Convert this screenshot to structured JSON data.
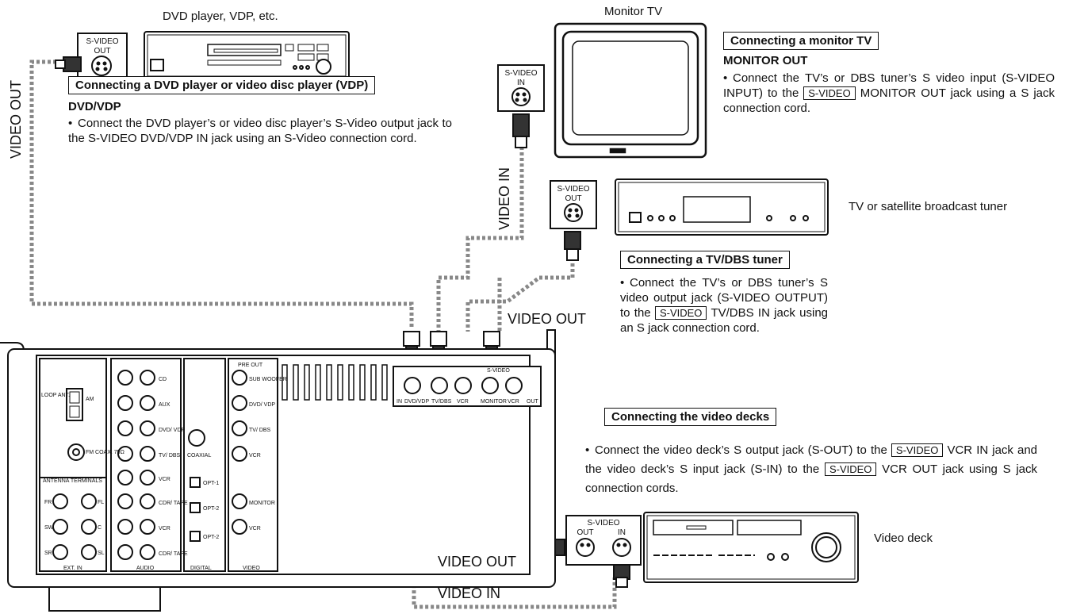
{
  "devices": {
    "dvd_caption": "DVD player, VDP, etc.",
    "monitor_caption": "Monitor TV",
    "tuner_caption": "TV or satellite broadcast tuner",
    "deck_caption": "Video deck"
  },
  "dvd_section": {
    "header": "Connecting a DVD player or video disc player (VDP)",
    "subheader": "DVD/VDP",
    "text": "Connect the DVD player’s or video disc player’s S-Video output jack to the S-VIDEO DVD/VDP IN jack using an S-Video connection cord."
  },
  "monitor_section": {
    "header": "Connecting a monitor TV",
    "subheader": "MONITOR OUT",
    "text_before": "Connect the TV’s or DBS tuner’s S video input (S-VIDEO INPUT) to the",
    "boxed": "S-VIDEO",
    "text_after": "MONITOR OUT jack using a S jack connection cord."
  },
  "tuner_section": {
    "header": "Connecting a TV/DBS tuner",
    "text_before": "Connect the TV’s or DBS tuner’s S video output jack (S-VIDEO OUTPUT) to the",
    "boxed": "S-VIDEO",
    "text_after": "TV/DBS IN jack using an S jack connection cord."
  },
  "deck_section": {
    "header": "Connecting the video decks",
    "text_1": "Connect the video deck’s S output jack (S-OUT) to the",
    "boxed_1": "S-VIDEO",
    "text_2": "VCR IN jack and the video deck’s S input jack (S-IN) to the",
    "boxed_2": "S-VIDEO",
    "text_3": "VCR OUT jack using S jack connection cords."
  },
  "cable_labels": {
    "dvd_video_out": "VIDEO OUT",
    "monitor_video_in": "VIDEO IN",
    "tuner_video_out": "VIDEO OUT",
    "deck_video_out": "VIDEO OUT",
    "deck_video_in": "VIDEO IN"
  },
  "jack_labels": {
    "svideo": "S-VIDEO",
    "out": "OUT",
    "in": "IN"
  },
  "receiver": {
    "svideo_panel": [
      "DVD/VDP",
      "TV/DBS",
      "VCR",
      "MONITOR",
      "VCR"
    ],
    "svideo_title": "S-VIDEO",
    "svideo_in": "IN",
    "svideo_out": "OUT",
    "antenna": [
      "LOOP ANT.",
      "AM",
      "FM COAX. 75Ω",
      "ANTENNA TERMINALS"
    ],
    "ext_in": [
      "FR",
      "FL",
      "SW",
      "C",
      "SR",
      "SL",
      "EXT. IN"
    ],
    "audio_in": [
      "CD",
      "AUX",
      "DVD/ VDP",
      "TV/ DBS",
      "VCR",
      "CDR/ TAPE"
    ],
    "audio_out": [
      "VCR",
      "CDR/ TAPE"
    ],
    "audio_label": "AUDIO",
    "digital": [
      "COAXIAL",
      "OPT-1",
      "OPT-2",
      "OPT-2",
      "DIGITAL"
    ],
    "pre_out": [
      "PRE OUT",
      "SUB WOOFER"
    ],
    "video": [
      "DVD/ VDP",
      "TV/ DBS",
      "VCR",
      "MONITOR",
      "VCR",
      "VIDEO"
    ]
  }
}
